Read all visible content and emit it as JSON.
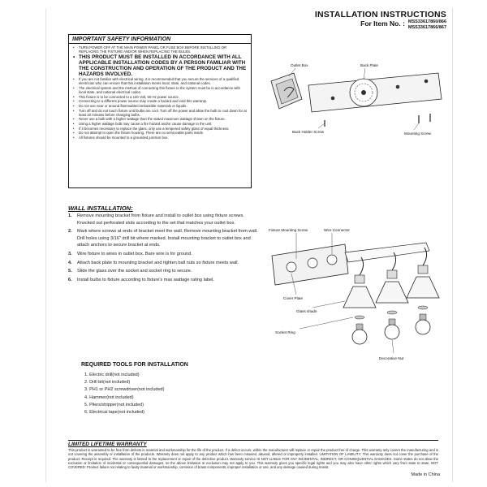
{
  "header": {
    "title": "INSTALLATION INSTRUCTIONS",
    "item_label": "For Item No. :",
    "item_numbers": [
      "MSS33617860/866",
      "MSS33617866/867"
    ]
  },
  "safety": {
    "heading": "IMPORTANT SAFETY INFORMATION",
    "items": [
      {
        "text": "TURN POWER OFF AT THE MAIN POWER PANEL OR FUSE BOX BEFORE INSTALLING OR REPLACING THE FIXTURE AND/OR WHEN REPLACING THE BULBS.",
        "big": false
      },
      {
        "text": "THIS PRODUCT MUST BE INSTALLED IN ACCORDANCE WITH ALL APPLICABLE INSTALLATION CODES BY A PERSON FAMILIAR WITH THE CONSTRUCTION AND OPERATION OF THE PRODUCT AND THE HAZARDS INVOLVED.",
        "big": true
      },
      {
        "text": "If you are not familiar with electrical wiring, it is recommended that you secure the services of a qualified electrician who can ensure that this installation meets local, state, and national codes.",
        "big": false
      },
      {
        "text": "The electrical system and the method of connecting this fixture to the system must be in accordance with local state, and national electrical codes.",
        "big": false
      },
      {
        "text": "This fixture is to be connected to a 120 Volt, 60 Hz power source.",
        "big": false
      },
      {
        "text": "Connecting to a different power source may create a hazard and void this warranty.",
        "big": false
      },
      {
        "text": "Do not use near or around flammable/combustible materials or liquids.",
        "big": false
      },
      {
        "text": "Turn off and do not touch fixture until bulbs are cool. Turn off the power and allow the bulb to cool down for at least 10 minutes before changing bulbs.",
        "big": false
      },
      {
        "text": "Never use a bulb with a higher wattage than the stated maximum wattage shown on the fixture.",
        "big": false
      },
      {
        "text": "Using a higher wattage bulb may cause a fire hazard and/or cause damage to the unit.",
        "big": false
      },
      {
        "text": "If it becomes necessary to replace the glass, only use a tempered safety glass of equal thickness.",
        "big": false
      },
      {
        "text": "Do not attempt to open the fixture housing. There are no serviceable parts inside.",
        "big": false
      },
      {
        "text": "All fixtures should be mounted to a grounded junction box.",
        "big": false
      }
    ]
  },
  "diagram_top": {
    "labels": {
      "outlet_box": "Outlet Box",
      "back_plate": "Back Plate",
      "bar_hold": "Back Holder Screw",
      "mounting_screw": "Mounting Screw"
    }
  },
  "wall": {
    "heading": "WALL INSTALLATION:",
    "steps": [
      {
        "num": "1.",
        "text": "Remove mounting bracket from fixture and install to outlet box using fixture screws. Knocked out perforated slots according to the set that matches your outlet box."
      },
      {
        "num": "2.",
        "text": "Mark where screws at ends of bracket meet the wall. Remove mounting bracket from wall. Drill holes using 3/16\" drill bit where marked. Install mounting bracket to outlet box and attach anchors to secure bracket at ends."
      },
      {
        "num": "3.",
        "text": "Wire fixture to wires in outlet box. Bare wire is for ground."
      },
      {
        "num": "4.",
        "text": "Attach back plate to mounting bracket and tighten ball nuts so fixture meets wall."
      },
      {
        "num": "5.",
        "text": "Slide the glass over the socket and socket ring to secure."
      },
      {
        "num": "6.",
        "text": "Install bulbs to fixture according to fixture's max wattage rating label."
      }
    ]
  },
  "diagram_fixture": {
    "labels": {
      "mounting_screw": "Fixture Mounting Screw",
      "wire_connector": "Wire Connector",
      "cover_plate": "Cover Plate",
      "glass_shade": "Glass shade",
      "socket_ring": "Socket Ring",
      "decorative_nut": "Decorative Nut"
    }
  },
  "tools": {
    "heading": "REQUIRED TOOLS FOR INSTALLATION",
    "items": [
      "1. Electric drill(not included)",
      "2. Drill bit(not included)",
      "3. PH1 or PH2 screwdriver(not included)",
      "4. Hammer(not included)",
      "5. Pliers/stripper(not included)",
      "6. Electrical tape(not included)"
    ]
  },
  "warranty": {
    "heading": "LIMITED LIFETIME WARRANTY",
    "text": "This product is warranted to be free from defects in material and workmanship for the life of the product. If a defect occurs, within the manufacturer will replace or repair the product free of charge. This warranty only covers the manufacturing and is not covering the assembly or installation of the products. Warranty does not apply to any product which has been misused, abused, altered or improperly installed. LIMITATION OF LIABILITY: This warranty does not cover the purchase of the product. Receipt is required. The warranty is limited to the replacement or repair of the defective product. Warranty service IS NOT LIABLE FOR ANY INCIDENTAL, INDIRECT, OR CONSEQUENTIAL DAMAGES. Some states do not allow the exclusion or limitation of incidental or consequential damages, so the above limitation or exclusion may not apply to you. This warranty gives you specific legal rights and you may also have other rights which vary from state to state. NOT COVERED: Product failure not relating to faulty material or workmanship, corrosion of brass components, improper installation or use, and any damage caused during transit."
  },
  "footer": {
    "made_in": "Made in China"
  }
}
